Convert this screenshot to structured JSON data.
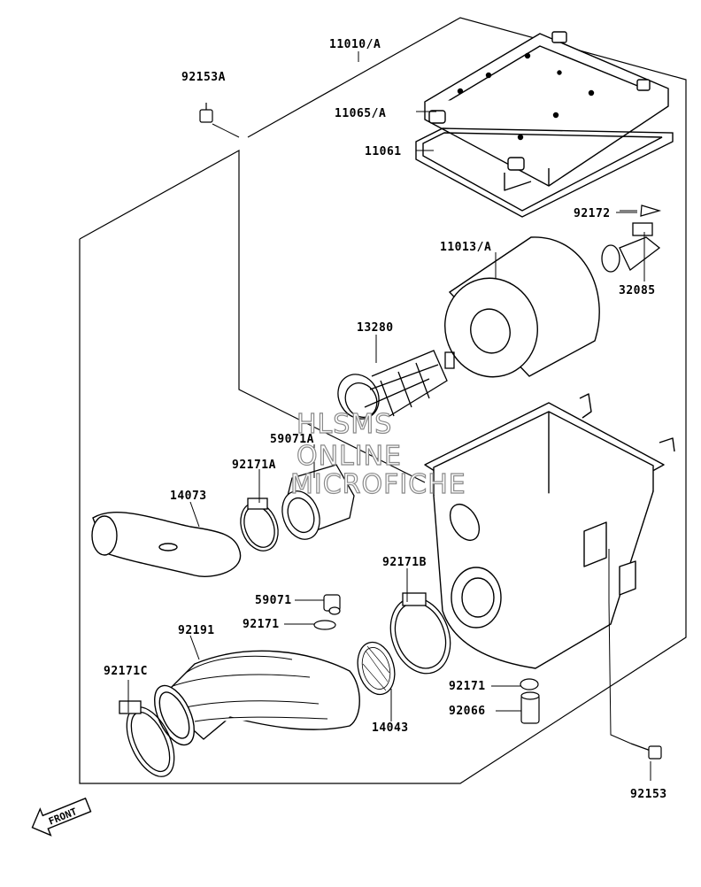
{
  "parts": [
    {
      "id": "p-11010",
      "number": "11010/A"
    },
    {
      "id": "p-92153a",
      "number": "92153A"
    },
    {
      "id": "p-11065",
      "number": "11065/A"
    },
    {
      "id": "p-11061",
      "number": "11061"
    },
    {
      "id": "p-92172",
      "number": "92172"
    },
    {
      "id": "p-11013",
      "number": "11013/A"
    },
    {
      "id": "p-32085",
      "number": "32085"
    },
    {
      "id": "p-13280",
      "number": "13280"
    },
    {
      "id": "p-59071a",
      "number": "59071A"
    },
    {
      "id": "p-92171a",
      "number": "92171A"
    },
    {
      "id": "p-14073",
      "number": "14073"
    },
    {
      "id": "p-92171b",
      "number": "92171B"
    },
    {
      "id": "p-59071",
      "number": "59071"
    },
    {
      "id": "p-92171",
      "number": "92171"
    },
    {
      "id": "p-92191",
      "number": "92191"
    },
    {
      "id": "p-92171c",
      "number": "92171C"
    },
    {
      "id": "p-92171-2",
      "number": "92171"
    },
    {
      "id": "p-92066",
      "number": "92066"
    },
    {
      "id": "p-14043",
      "number": "14043"
    },
    {
      "id": "p-92153",
      "number": "92153"
    }
  ],
  "watermark": {
    "line1": "HLSMS",
    "line2": "ONLINE",
    "line3": "MICROFICHE"
  },
  "front_arrow": {
    "label": "FRONT"
  }
}
